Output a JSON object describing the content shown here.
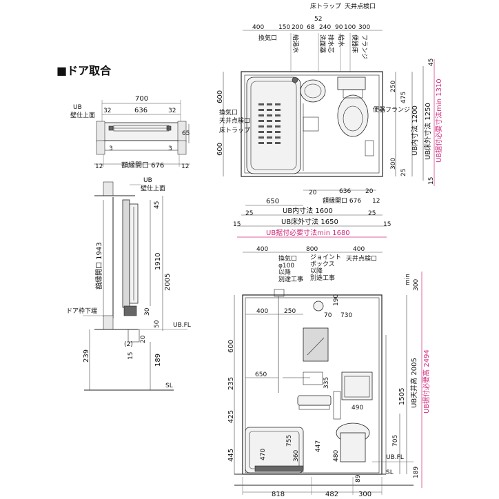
{
  "section_title": "■ドア取合",
  "door_plan": {
    "width_total": "700",
    "width_inner": "636",
    "side_left": "32",
    "side_right": "32",
    "ub_wall": "UB\n壁仕上面",
    "depth_65": "65",
    "left_3": "3",
    "right_3": "3",
    "left_12": "12",
    "right_12": "12",
    "opening": "額縁開口 676"
  },
  "door_section": {
    "ub_wall": "UB\n壁仕上面",
    "opening_height": "額縁開口 1943",
    "h_45": "45",
    "h_1910": "1910",
    "h_2005": "2005",
    "h_30": "30",
    "h_50": "50",
    "ubfl": "UB.FL",
    "door_frame_bottom": "ドア枠下端",
    "note_2": "(2)",
    "h_20": "20",
    "h_15": "15",
    "h_239": "239",
    "h_189": "189",
    "sl": "SL"
  },
  "plan": {
    "top_dims": [
      "400",
      "150",
      "200",
      "68",
      "240",
      "90",
      "100",
      "300"
    ],
    "top_52": "52",
    "floor_trap_top": "床トラップ",
    "ceiling_hatch_top": "天井点検口",
    "labels_top": [
      "換気口",
      "給湯水",
      "洗面器",
      "排水芯",
      "給水",
      "便器床",
      "フランジ"
    ],
    "left_dims": [
      "600",
      "600"
    ],
    "left_labels": [
      "換気口",
      "天井点検口",
      "床トラップ"
    ],
    "right_dims": [
      "45",
      "250",
      "475",
      "1200",
      "1250",
      "1310",
      "300",
      "25",
      "15"
    ],
    "flange_label": "便器フランジ",
    "ub_inner": "UB内寸法 1200",
    "ub_floor_outer": "UB床外寸法 1250",
    "ub_install_v": "UB据付必要寸法min 1310",
    "bottom_dims": {
      "d_20a": "20",
      "d_636": "636",
      "d_20b": "20",
      "opening": "額縁開口 676",
      "d_12": "12",
      "d_650": "650",
      "d_25a": "25",
      "d_25b": "25",
      "ub_inner": "UB内寸法 1600",
      "d_15a": "15",
      "d_15b": "15",
      "ub_floor_outer": "UB床外寸法 1650",
      "ub_install": "UB据付必要寸法min 1680"
    }
  },
  "elevation": {
    "top_dims": [
      "400",
      "800",
      "400"
    ],
    "vent_label": "換気口\nφ100\n以降\n別途工事",
    "joint_box_label": "ジョイント\nボックス\n以降\n別途工事",
    "ceiling_hatch": "天井点検口",
    "right_top": "min\n300",
    "dims_inner": [
      "400",
      "250",
      "70",
      "730",
      "190",
      "650",
      "335",
      "490",
      "705"
    ],
    "left_dims": [
      "600",
      "235",
      "425",
      "445"
    ],
    "bottom_left_dims": [
      "470",
      "755",
      "360",
      "447",
      "480",
      "89"
    ],
    "right_dims": [
      "1505",
      "UB天井高 2005",
      "UB据付必要高 2494",
      "189"
    ],
    "ubfl": "UB.FL",
    "sl": "SL",
    "bottom_dims": [
      "818",
      "482",
      "300"
    ]
  }
}
